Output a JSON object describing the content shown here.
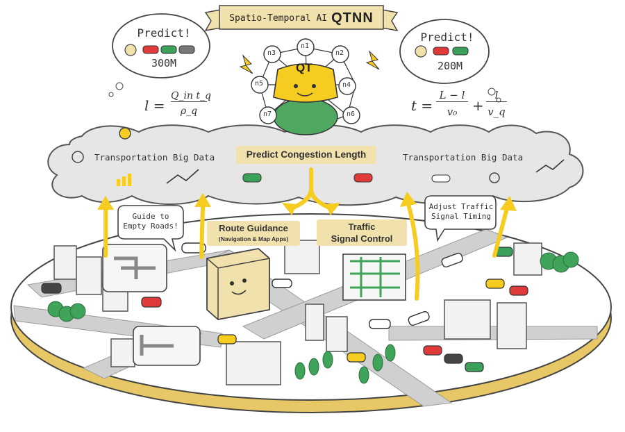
{
  "banner": {
    "subtitle": "Spatio-Temporal AI",
    "title": "QTNN"
  },
  "mascot": {
    "badge": "QT",
    "nodes": [
      "n1",
      "n2",
      "n3",
      "n4",
      "n5",
      "n6",
      "n7"
    ]
  },
  "predictions": [
    {
      "heading": "Predict!",
      "value": "300M"
    },
    {
      "heading": "Predict!",
      "value": "200M"
    }
  ],
  "formulas": {
    "left": {
      "lhs": "l =",
      "numerator": "Q_in t_q",
      "denominator": "ρ_q"
    },
    "right": {
      "lhs": "t =",
      "num1": "L − l",
      "den1": "v₀",
      "plus": "+",
      "num2": "l",
      "den2": "v_q"
    }
  },
  "cloud": {
    "left_label": "Transportation Big Data",
    "right_label": "Transportation Big Data",
    "center_label": "Predict Congestion Length"
  },
  "outputs": {
    "route_guidance": {
      "title": "Route Guidance",
      "subtitle": "(Navigation & Map Apps)"
    },
    "signal_control": {
      "title_line1": "Traffic",
      "title_line2": "Signal Control"
    }
  },
  "speech": {
    "guide": [
      "Guide to",
      "Empty Roads!"
    ],
    "adjust": [
      "Adjust Traffic",
      "Signal Timing"
    ]
  },
  "colors": {
    "accent_yellow": "#f5cc1f",
    "label_bg": "#f1e2ad",
    "cloud_gray": "#e6e6e6",
    "road_gray": "#cfcfcf",
    "tree_green": "#3fa35a",
    "car_red": "#e03a3a",
    "car_green": "#3aa05a",
    "mascot_green": "#4fa860"
  }
}
